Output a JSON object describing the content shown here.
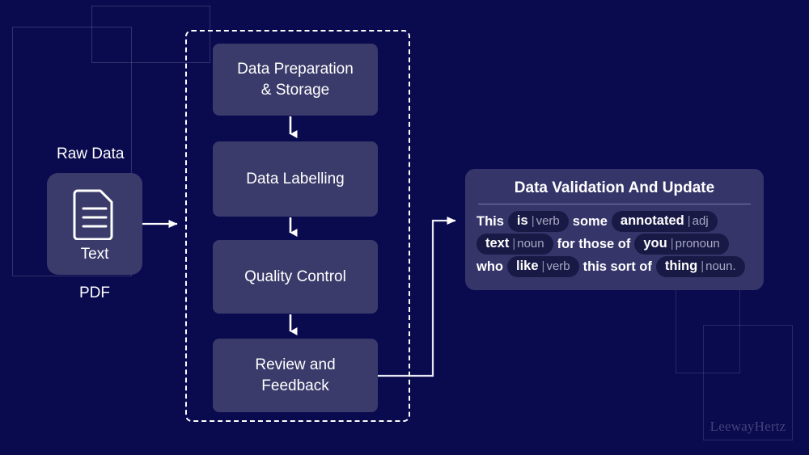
{
  "theme": {
    "background": "#0a0a4e",
    "card_fill": "#3b3b6b",
    "panel_fill": "#35356a",
    "token_fill": "#191946",
    "stroke": "#ffffff",
    "muted_text": "#a9a9c4"
  },
  "source": {
    "label": "Raw Data",
    "card_icon": "document-text-icon",
    "card_text": "Text",
    "caption": "PDF"
  },
  "pipeline": {
    "steps": [
      {
        "label": "Data Preparation\n& Storage"
      },
      {
        "label": "Data Labelling"
      },
      {
        "label": "Quality Control"
      },
      {
        "label": "Review and\nFeedback"
      }
    ]
  },
  "validation": {
    "title": "Data Validation And Update",
    "lines": [
      [
        {
          "type": "word",
          "text": "This"
        },
        {
          "type": "token",
          "text": "is",
          "pos": "verb"
        },
        {
          "type": "word",
          "text": "some"
        },
        {
          "type": "token",
          "text": "annotated",
          "pos": "adj"
        }
      ],
      [
        {
          "type": "token",
          "text": "text",
          "pos": "noun"
        },
        {
          "type": "word",
          "text": "for those of"
        },
        {
          "type": "token",
          "text": "you",
          "pos": "pronoun"
        }
      ],
      [
        {
          "type": "word",
          "text": "who"
        },
        {
          "type": "token",
          "text": "like",
          "pos": "verb"
        },
        {
          "type": "word",
          "text": "this sort of"
        },
        {
          "type": "token",
          "text": "thing",
          "pos": "noun."
        }
      ]
    ]
  },
  "watermark": {
    "text": "LeewayHertz"
  }
}
